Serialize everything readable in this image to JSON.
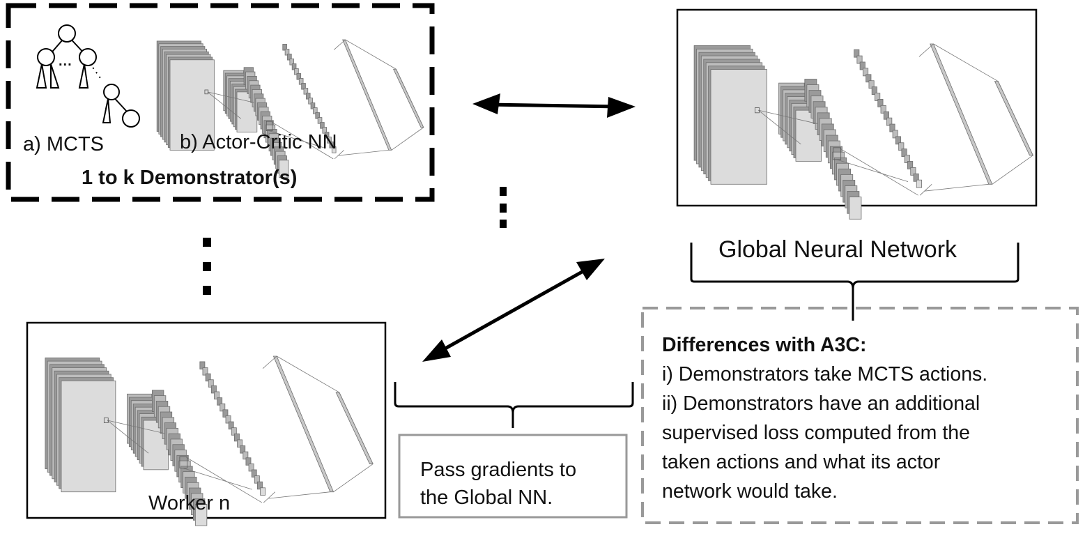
{
  "demonstrator": {
    "mcts_label": "a) MCTS",
    "tree_ellipsis": "...",
    "nn_label": "b) Actor-Critic NN",
    "group_label": "1 to k  Demonstrator(s)"
  },
  "global": {
    "label": "Global Neural Network"
  },
  "worker": {
    "label": "Worker n"
  },
  "gradients": {
    "line1": "Pass gradients to",
    "line2": "the Global NN."
  },
  "differences": {
    "title": "Differences with A3C:",
    "line1": "i) Demonstrators take MCTS actions.",
    "line2": "ii) Demonstrators have an additional",
    "line3": "supervised loss computed from the",
    "line4": "taken actions and what its actor",
    "line5": "network would take."
  },
  "colors": {
    "line": "#000000",
    "dashed_gray": "#999999",
    "layer_fill": "#d6d6d6",
    "layer_edge": "#6e6e6e"
  }
}
